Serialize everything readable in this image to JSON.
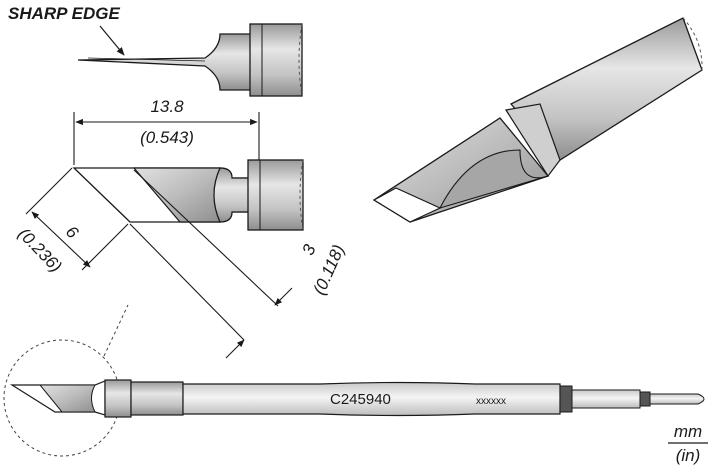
{
  "callout": {
    "sharp_edge": "SHARP EDGE"
  },
  "dimensions": {
    "length_mm": "13.8",
    "length_in": "(0.543)",
    "width_mm": "6",
    "width_in": "(0.236)",
    "thickness_mm": "3",
    "thickness_in": "(0.118)"
  },
  "tip": {
    "part_number": "C245940",
    "marking": "xxxxxx"
  },
  "units": {
    "metric": "mm",
    "imperial": "(in)"
  },
  "colors": {
    "metal_light": "#dcdcdc",
    "metal_mid": "#bdbdbd",
    "metal_dark": "#8a8a8a",
    "ink": "#1a1a1a",
    "band": "#555555"
  }
}
